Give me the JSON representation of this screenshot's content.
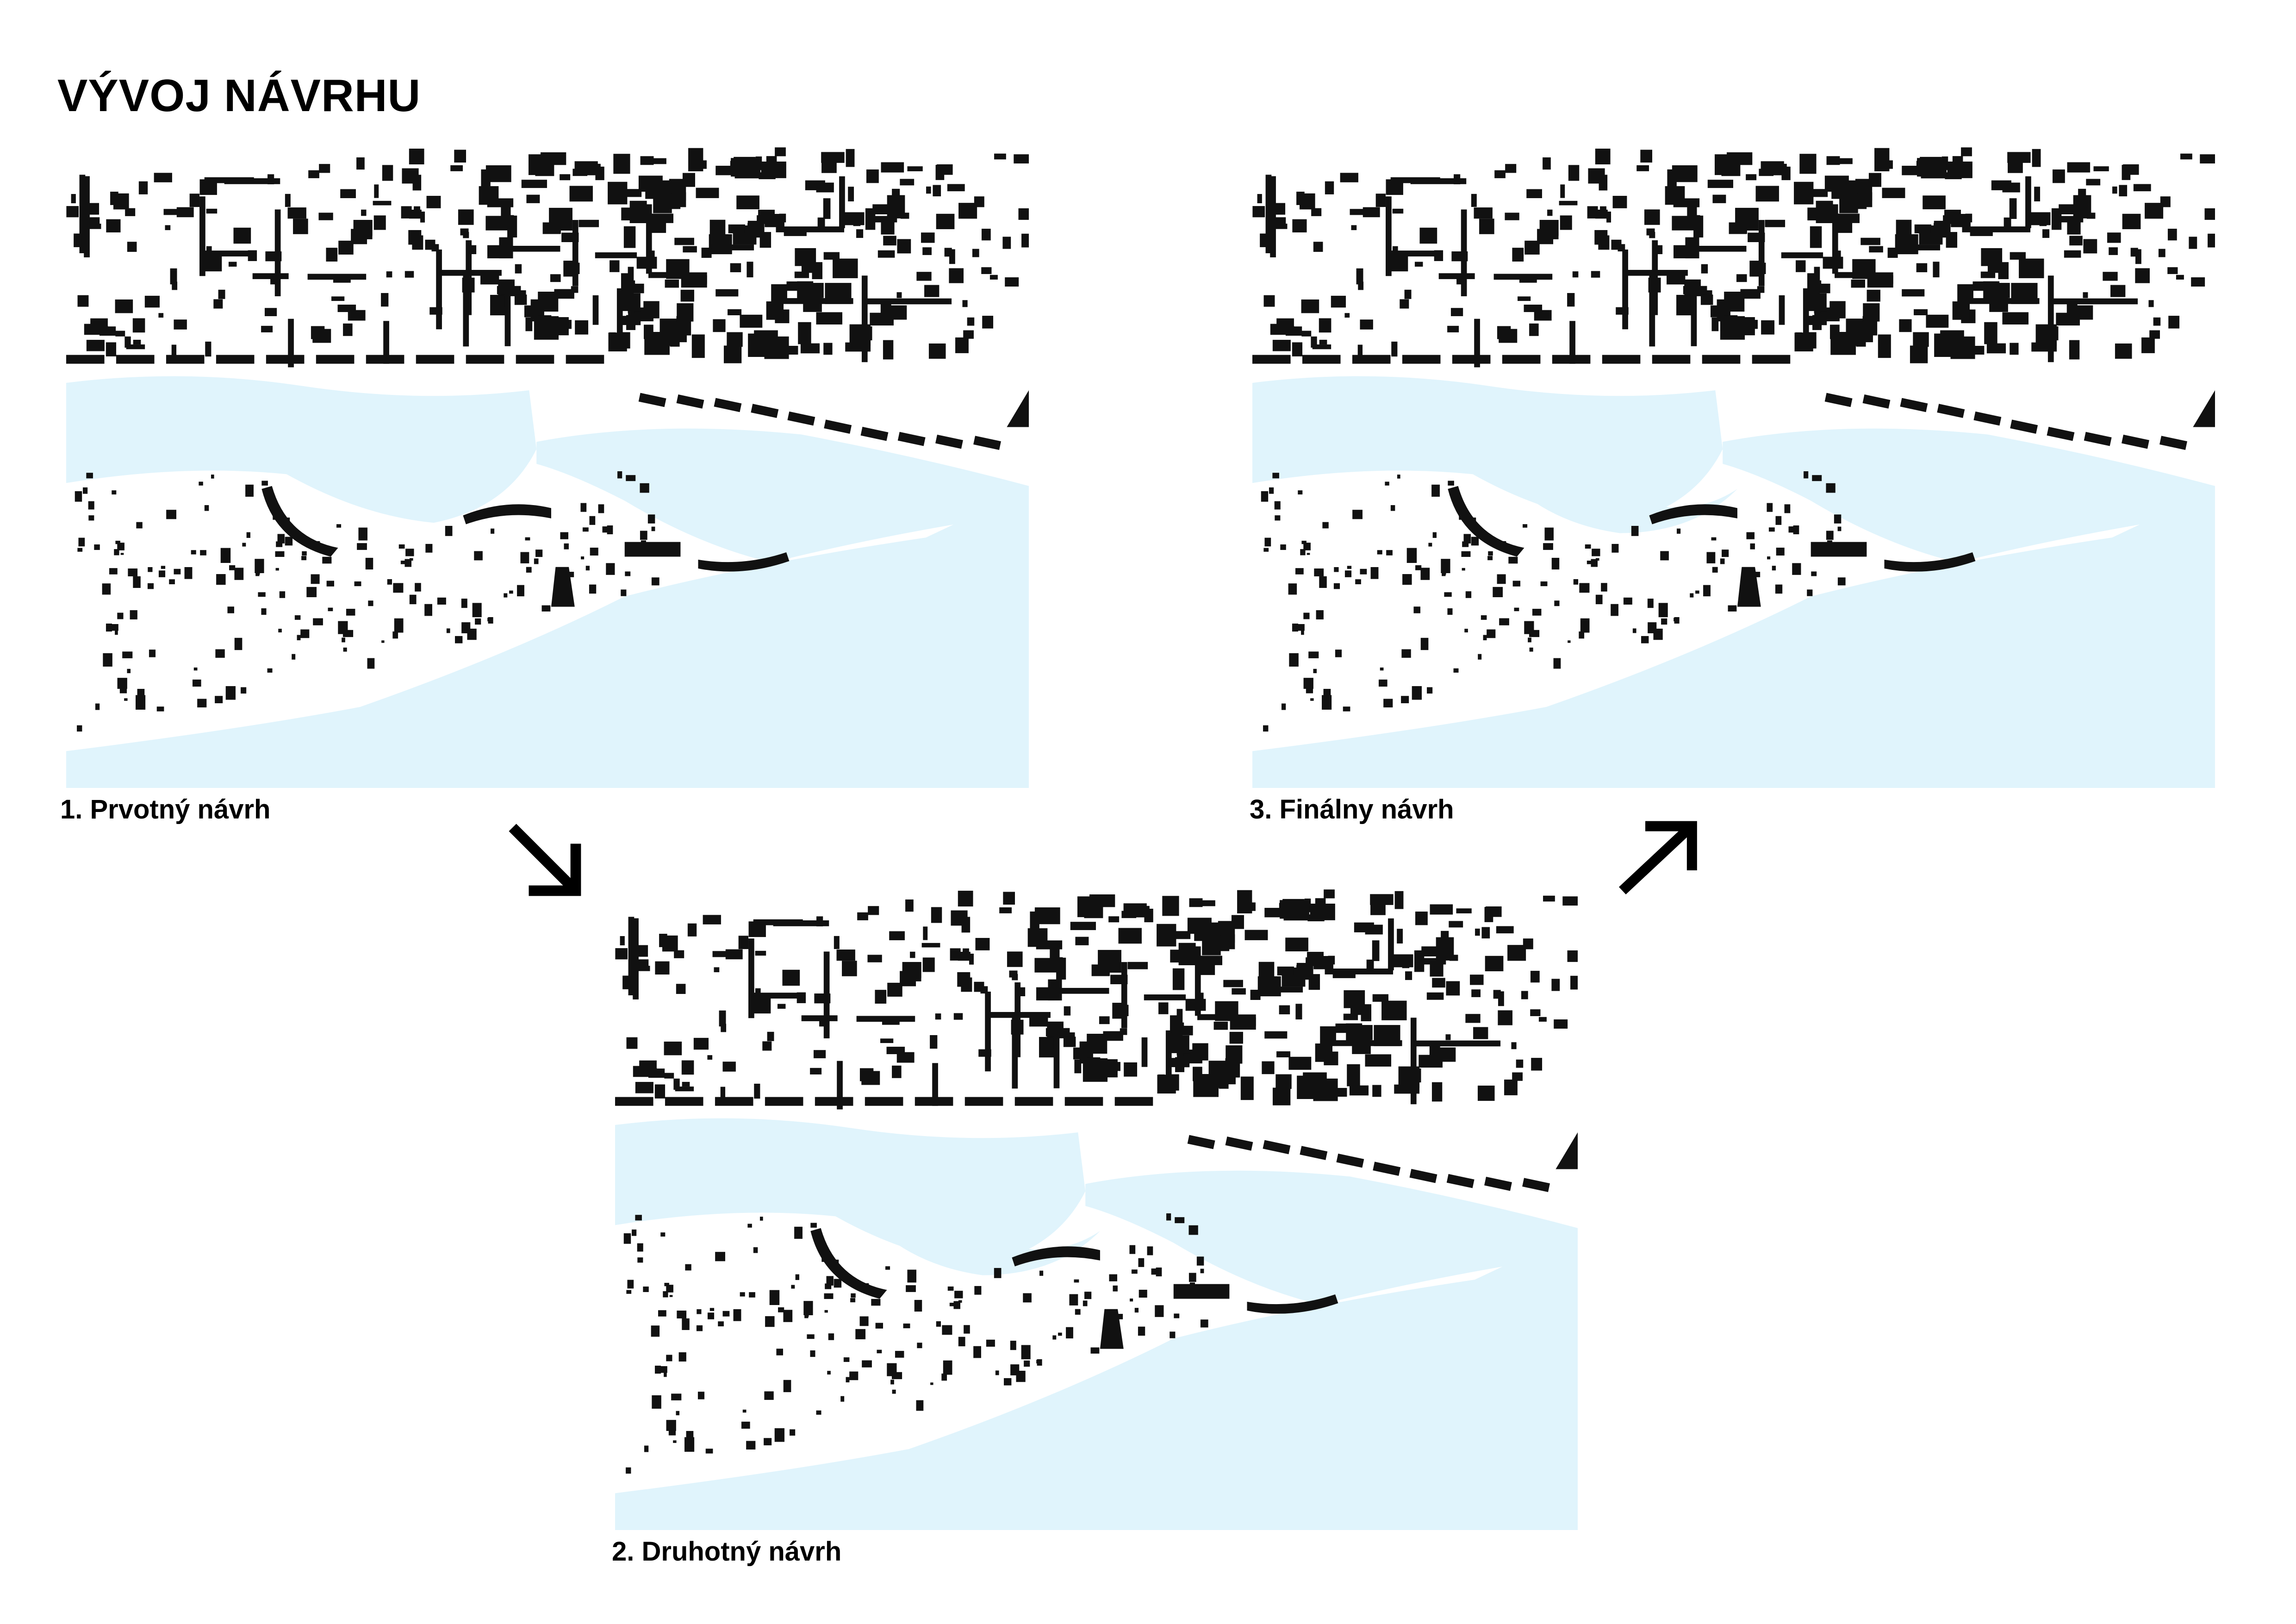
{
  "title": "VÝVOJ NÁVRHU",
  "colors": {
    "water": "#e0f4fc",
    "building": "#111111",
    "background": "#ffffff"
  },
  "stages": [
    {
      "caption": "1. Prvotný návrh"
    },
    {
      "caption": "2. Druhotný návrh"
    },
    {
      "caption": "3. Finálny návrh"
    }
  ],
  "arrows": [
    {
      "icon": "arrow-down-right-icon"
    },
    {
      "icon": "arrow-up-right-icon"
    }
  ]
}
